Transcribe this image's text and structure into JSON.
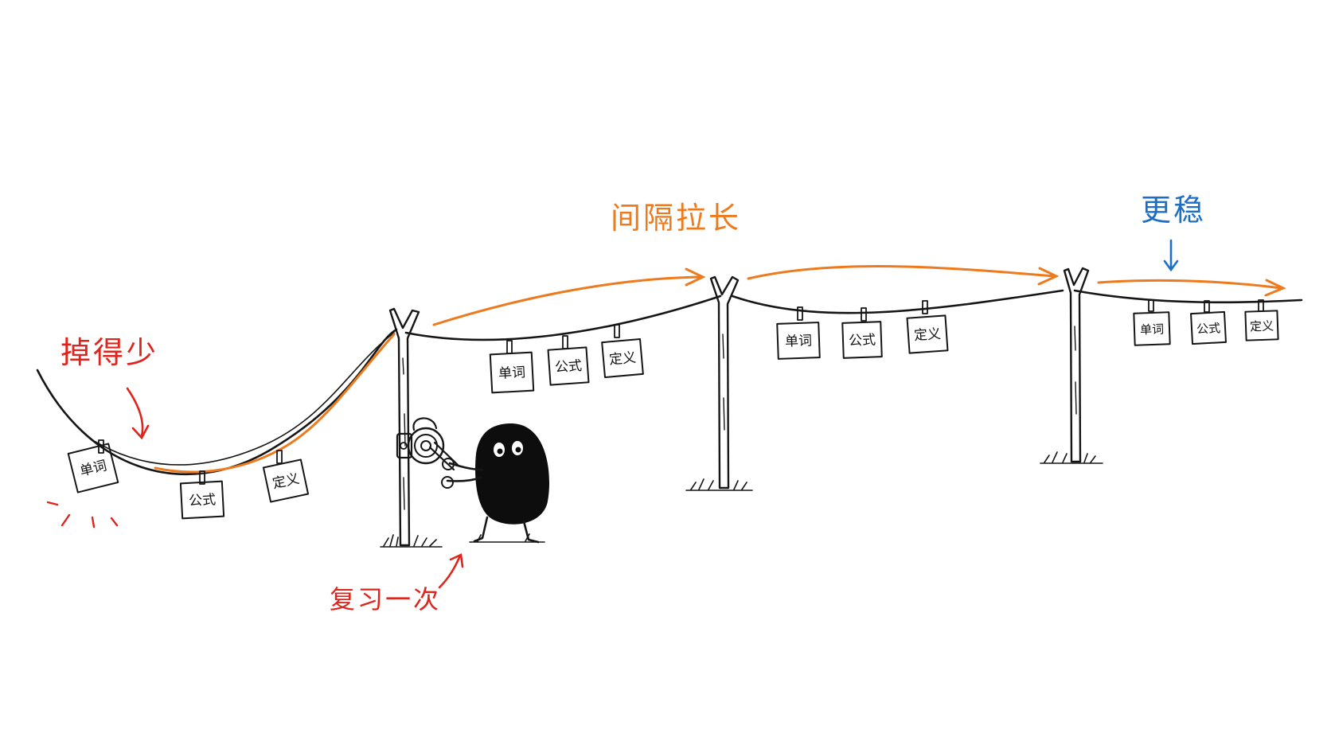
{
  "colors": {
    "ink": "#161616",
    "red": "#e0241b",
    "orange": "#ee7a1e",
    "blue": "#1c6fc4",
    "card_fill": "#ffffff",
    "creature": "#0d0d0d"
  },
  "annotations": {
    "drop_less": "掉得少",
    "review_once": "复习一次",
    "interval_longer": "间隔拉长",
    "more_stable": "更稳"
  },
  "cards": {
    "word": "单词",
    "formula": "公式",
    "definition": "定义"
  },
  "icons": {
    "pole": "forked-wooden-pole-icon",
    "winch": "rope-winch-icon",
    "creature": "black-blob-creature-icon",
    "grass": "grass-tuft-icon",
    "clothespin": "clothespin-icon",
    "impact": "impact-lines-icon"
  }
}
